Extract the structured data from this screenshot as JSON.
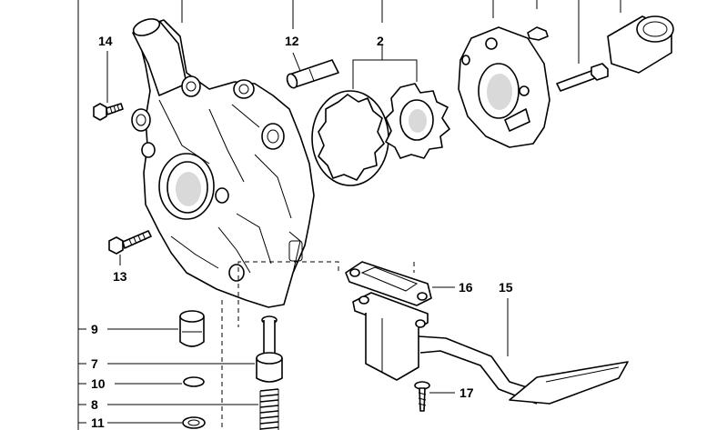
{
  "callouts": {
    "c14": "14",
    "c12": "12",
    "c2": "2",
    "c13": "13",
    "c16": "16",
    "c15": "15",
    "c17": "17",
    "c9": "9",
    "c7": "7",
    "c10": "10",
    "c8": "8",
    "c11": "11"
  }
}
